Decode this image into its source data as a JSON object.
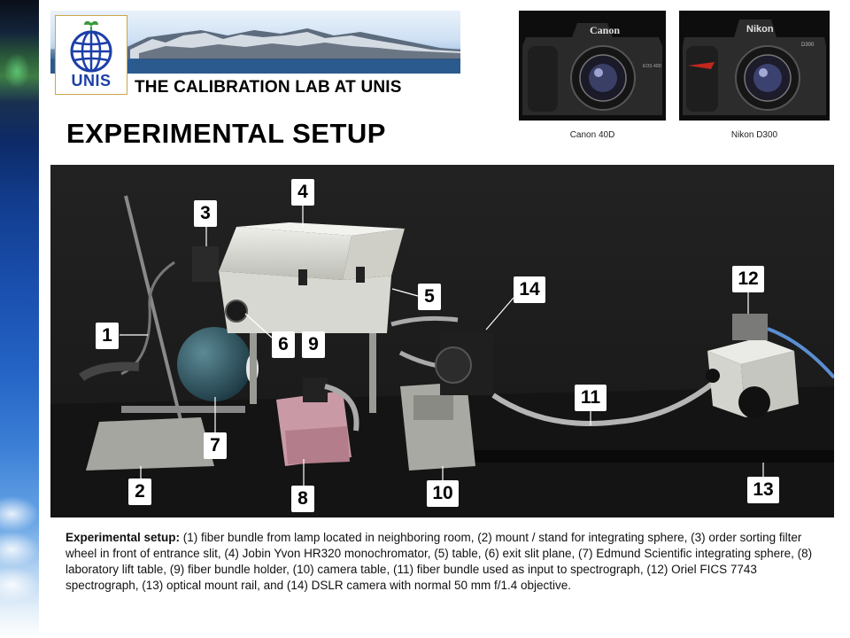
{
  "header": {
    "logo_text": "UNIS",
    "lab_title": "THE CALIBRATION LAB AT UNIS"
  },
  "page_title": "EXPERIMENTAL SETUP",
  "cameras": [
    {
      "label": "Canon 40D",
      "brand": "Canon",
      "model_badge": "EOS 40D"
    },
    {
      "label": "Nikon D300",
      "brand": "Nikon",
      "model_badge": "D300"
    }
  ],
  "callouts": [
    "1",
    "2",
    "3",
    "4",
    "5",
    "6",
    "7",
    "8",
    "9",
    "10",
    "11",
    "12",
    "13",
    "14"
  ],
  "caption": {
    "lead": "Experimental setup:",
    "text": " (1) fiber bundle from lamp located in neighboring room, (2) mount / stand for integrating  sphere, (3) order sorting filter wheel in front of entrance slit, (4) Jobin Yvon HR320 monochromator, (5) table, (6) exit slit plane, (7) Edmund Scientific integrating sphere, (8) laboratory lift table, (9) fiber bundle holder, (10) camera table, (11) fiber bundle used as input to spectrograph, (12) Oriel FICS 7743 spectrograph, (13) optical mount rail, and (14) DSLR camera with normal 50 mm f/1.4 objective."
  },
  "colors": {
    "logo_blue": "#1c3fa8",
    "logo_green": "#3a9a3a",
    "sphere_teal": "#2f5d6a",
    "apparatus_grey": "#d9d9d4"
  }
}
